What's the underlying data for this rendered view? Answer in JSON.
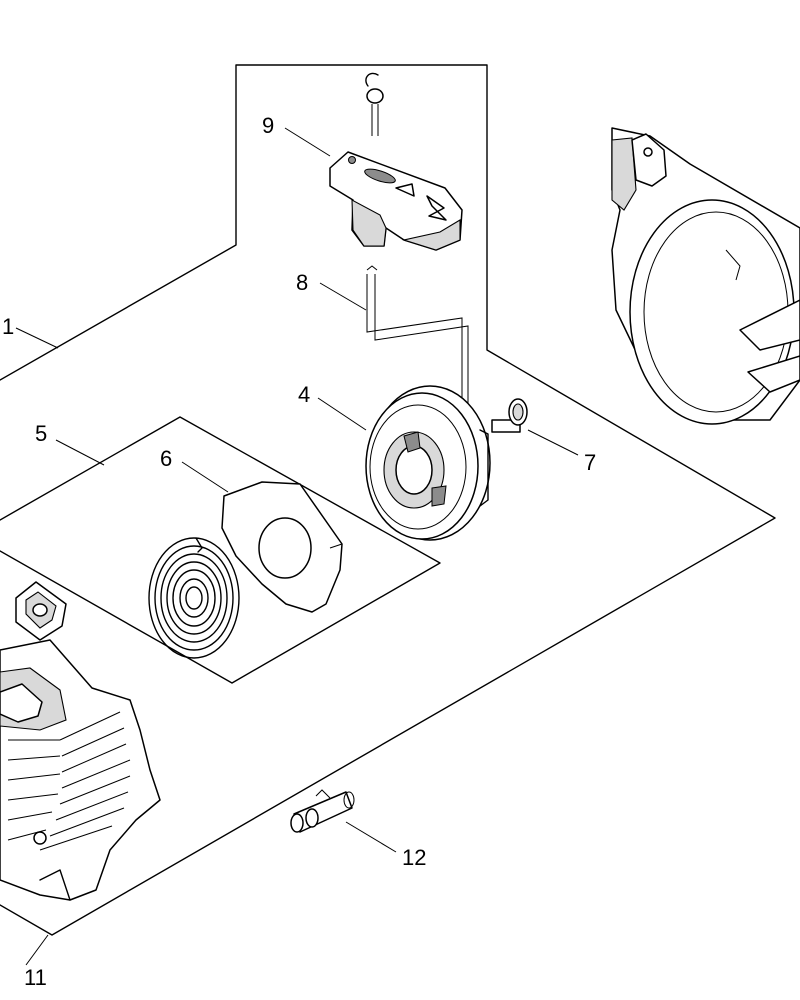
{
  "callouts": [
    {
      "id": "c1",
      "text": "1"
    },
    {
      "id": "c4",
      "text": "4"
    },
    {
      "id": "c5",
      "text": "5"
    },
    {
      "id": "c6",
      "text": "6"
    },
    {
      "id": "c7",
      "text": "7"
    },
    {
      "id": "c8",
      "text": "8"
    },
    {
      "id": "c9",
      "text": "9"
    },
    {
      "id": "c11",
      "text": "11"
    },
    {
      "id": "c12",
      "text": "12"
    }
  ],
  "colors": {
    "line": "#000000",
    "background": "#ffffff",
    "shade": "#d9d9d9"
  }
}
